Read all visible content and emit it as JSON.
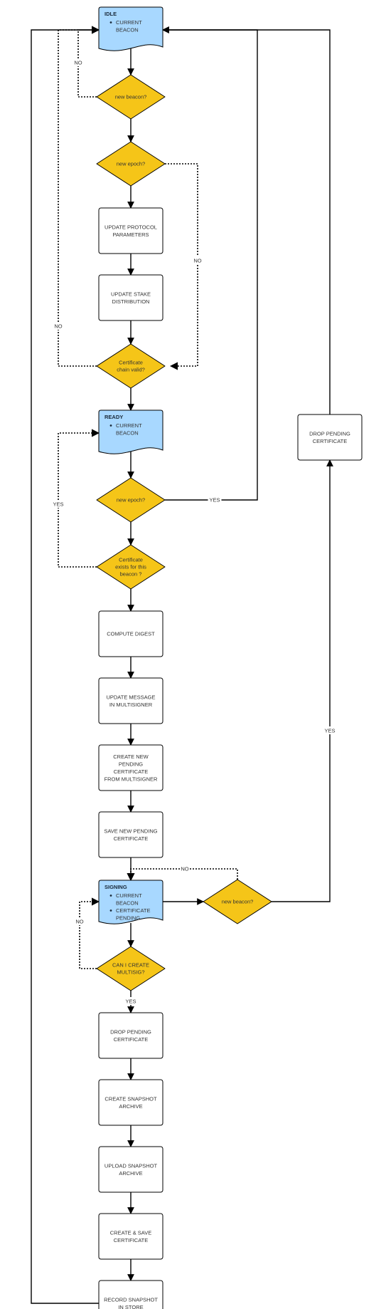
{
  "colors": {
    "state_fill": "#a8d8ff",
    "decision_fill": "#f5c518",
    "process_fill": "#ffffff",
    "stroke": "#000000"
  },
  "states": {
    "idle": {
      "title": "IDLE",
      "items": [
        "CURRENT",
        "BEACON"
      ]
    },
    "ready": {
      "title": "READY",
      "items": [
        "CURRENT",
        "BEACON"
      ]
    },
    "signing": {
      "title": "SIGNING",
      "items": [
        "CURRENT",
        "BEACON",
        "CERTIFICATE",
        "PENDING"
      ]
    }
  },
  "decisions": {
    "new_beacon_1": [
      "new beacon?"
    ],
    "new_epoch_1": [
      "new epoch?"
    ],
    "certificate_chain_valid": [
      "Certificate",
      "chain valid?"
    ],
    "new_epoch_2": [
      "new epoch?"
    ],
    "certificate_exists": [
      "Certificate",
      "exists for this",
      "beacon ?"
    ],
    "new_beacon_2": [
      "new beacon?"
    ],
    "can_create_multisig": [
      "CAN I CREATE",
      "MULTISIG?"
    ]
  },
  "processes": {
    "update_protocol_parameters": [
      "UPDATE PROTOCOL",
      "PARAMETERS"
    ],
    "update_stake_distribution": [
      "UPDATE STAKE",
      "DISTRIBUTION"
    ],
    "compute_digest": [
      "COMPUTE DIGEST"
    ],
    "update_message": [
      "UPDATE MESSAGE",
      "IN MULTISIGNER"
    ],
    "create_new_pending_certificate": [
      "CREATE NEW",
      "PENDING",
      "CERTIFICATE",
      "FROM MULTISIGNER"
    ],
    "save_new_pending_certificate": [
      "SAVE NEW PENDING",
      "CERTIFICATE"
    ],
    "drop_pending_certificate_right": [
      "DROP PENDING",
      "CERTIFICATE"
    ],
    "drop_pending_certificate": [
      "DROP PENDING",
      "CERTIFICATE"
    ],
    "create_snapshot_archive": [
      "CREATE SNAPSHOT",
      "ARCHIVE"
    ],
    "upload_snapshot_archive": [
      "UPLOAD SNAPSHOT",
      "ARCHIVE"
    ],
    "create_save_certificate": [
      "CREATE & SAVE",
      "CERTIFICATE"
    ],
    "record_snapshot": [
      "RECORD SNAPSHOT",
      "IN STORE"
    ]
  },
  "edge_labels": {
    "no_new_beacon": "NO",
    "no_new_epoch": "NO",
    "no_chain_invalid": "NO",
    "yes_new_epoch": "YES",
    "yes_certificate_exists": "YES",
    "no_new_beacon_signing": "NO",
    "yes_new_beacon_signing": "YES",
    "no_cannot_multisig": "NO",
    "yes_can_multisig": "YES"
  }
}
